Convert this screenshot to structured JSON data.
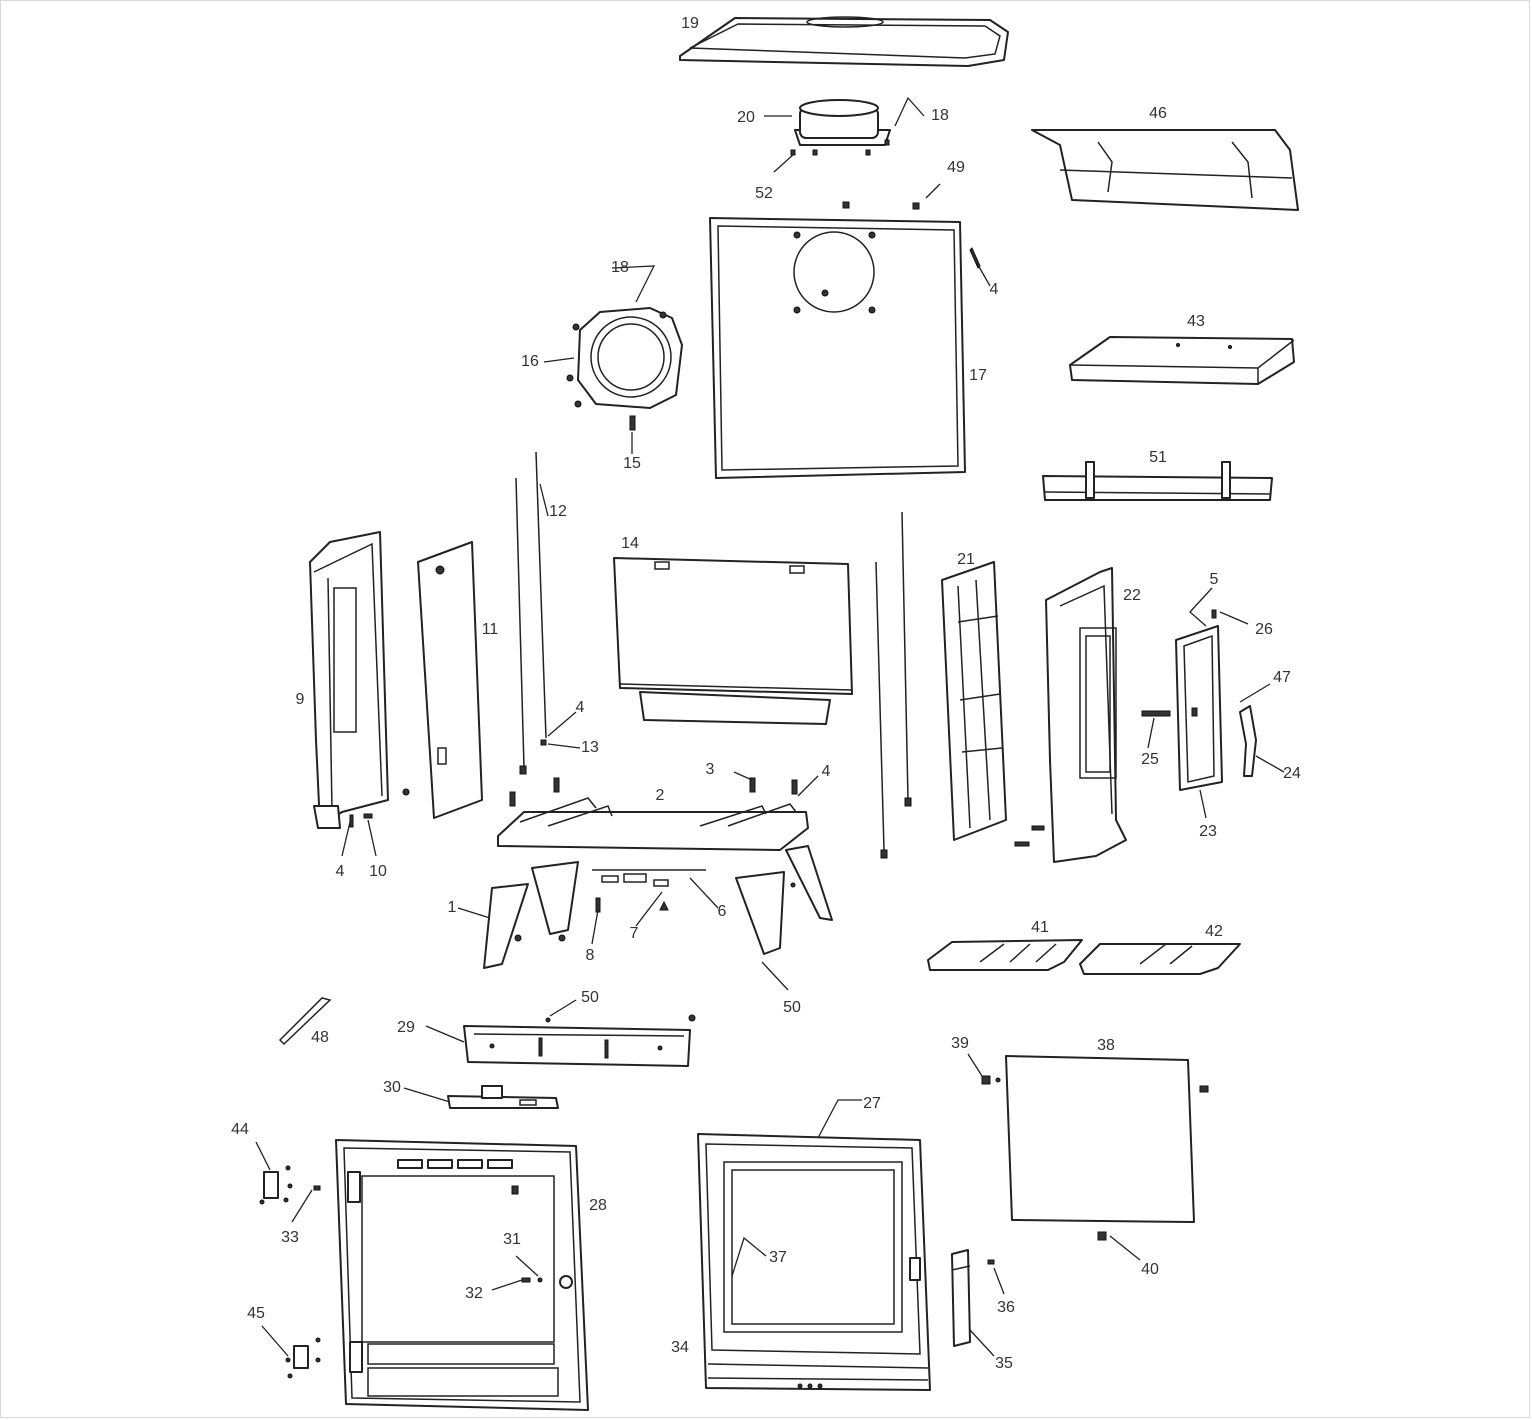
{
  "diagram": {
    "callouts": [
      {
        "id": "c1",
        "text": "1"
      },
      {
        "id": "c2",
        "text": "2"
      },
      {
        "id": "c3",
        "text": "3"
      },
      {
        "id": "c4a",
        "text": "4"
      },
      {
        "id": "c4b",
        "text": "4"
      },
      {
        "id": "c4c",
        "text": "4"
      },
      {
        "id": "c4d",
        "text": "4"
      },
      {
        "id": "c5",
        "text": "5"
      },
      {
        "id": "c6",
        "text": "6"
      },
      {
        "id": "c7",
        "text": "7"
      },
      {
        "id": "c8",
        "text": "8"
      },
      {
        "id": "c9",
        "text": "9"
      },
      {
        "id": "c10",
        "text": "10"
      },
      {
        "id": "c11",
        "text": "11"
      },
      {
        "id": "c12",
        "text": "12"
      },
      {
        "id": "c13",
        "text": "13"
      },
      {
        "id": "c14",
        "text": "14"
      },
      {
        "id": "c15",
        "text": "15"
      },
      {
        "id": "c16",
        "text": "16"
      },
      {
        "id": "c17",
        "text": "17"
      },
      {
        "id": "c18a",
        "text": "18"
      },
      {
        "id": "c18b",
        "text": "18"
      },
      {
        "id": "c19",
        "text": "19"
      },
      {
        "id": "c20",
        "text": "20"
      },
      {
        "id": "c21",
        "text": "21"
      },
      {
        "id": "c22",
        "text": "22"
      },
      {
        "id": "c23",
        "text": "23"
      },
      {
        "id": "c24",
        "text": "24"
      },
      {
        "id": "c25",
        "text": "25"
      },
      {
        "id": "c26",
        "text": "26"
      },
      {
        "id": "c27",
        "text": "27"
      },
      {
        "id": "c28",
        "text": "28"
      },
      {
        "id": "c29",
        "text": "29"
      },
      {
        "id": "c30",
        "text": "30"
      },
      {
        "id": "c31",
        "text": "31"
      },
      {
        "id": "c32",
        "text": "32"
      },
      {
        "id": "c33",
        "text": "33"
      },
      {
        "id": "c34",
        "text": "34"
      },
      {
        "id": "c35",
        "text": "35"
      },
      {
        "id": "c36",
        "text": "36"
      },
      {
        "id": "c37",
        "text": "37"
      },
      {
        "id": "c38",
        "text": "38"
      },
      {
        "id": "c39",
        "text": "39"
      },
      {
        "id": "c40",
        "text": "40"
      },
      {
        "id": "c41",
        "text": "41"
      },
      {
        "id": "c42",
        "text": "42"
      },
      {
        "id": "c43",
        "text": "43"
      },
      {
        "id": "c44",
        "text": "44"
      },
      {
        "id": "c45",
        "text": "45"
      },
      {
        "id": "c46",
        "text": "46"
      },
      {
        "id": "c47",
        "text": "47"
      },
      {
        "id": "c48",
        "text": "48"
      },
      {
        "id": "c49",
        "text": "49"
      },
      {
        "id": "c50a",
        "text": "50"
      },
      {
        "id": "c50b",
        "text": "50"
      },
      {
        "id": "c51",
        "text": "51"
      },
      {
        "id": "c52",
        "text": "52"
      }
    ]
  },
  "colors": {
    "line": "#222222",
    "label": "#333333",
    "background": "#ffffff"
  }
}
